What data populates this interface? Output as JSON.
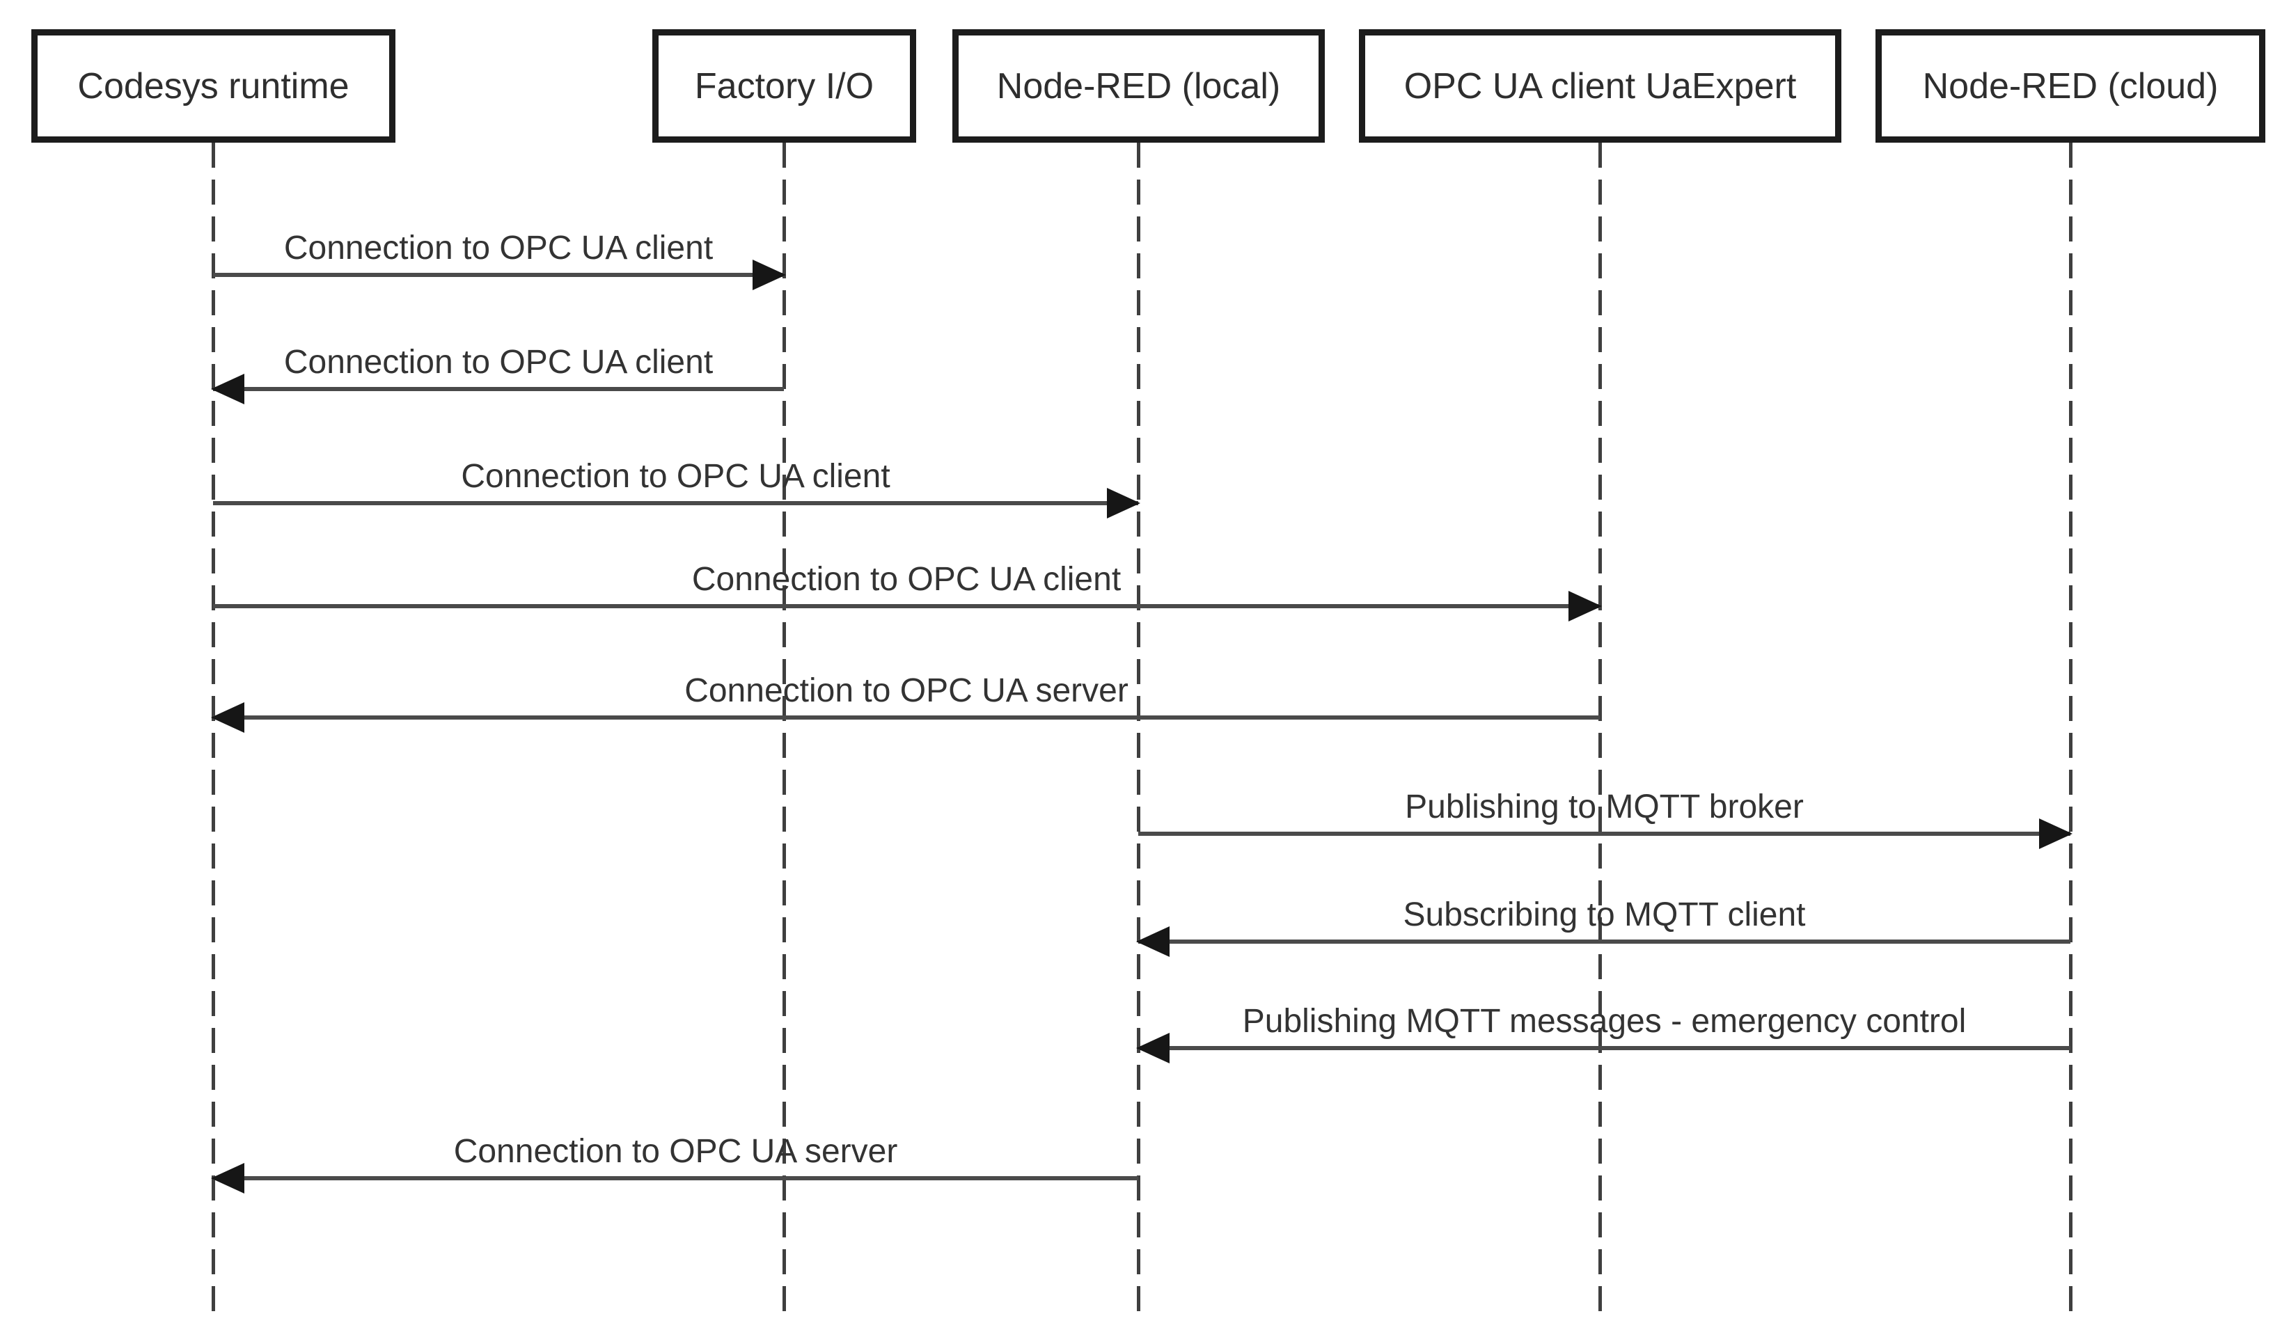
{
  "diagram": {
    "type": "sequence-diagram",
    "background_color": "#ffffff",
    "box_border_color": "#1c1c1c",
    "line_color": "#4a4a4a",
    "text_color": "#333333",
    "actors": [
      {
        "name": "Codesys runtime"
      },
      {
        "name": "Factory I/O"
      },
      {
        "name": "Node-RED (local)"
      },
      {
        "name": "OPC UA client UaExpert"
      },
      {
        "name": "Node-RED (cloud)"
      }
    ],
    "messages": [
      {
        "label": "Connection to OPC UA client",
        "from": "Codesys runtime",
        "to": "Factory I/O",
        "direction": "right"
      },
      {
        "label": "Connection to OPC UA client",
        "from": "Factory I/O",
        "to": "Codesys runtime",
        "direction": "left"
      },
      {
        "label": "Connection to OPC UA client",
        "from": "Codesys runtime",
        "to": "Node-RED (local)",
        "direction": "right"
      },
      {
        "label": "Connection to OPC UA client",
        "from": "Codesys runtime",
        "to": "OPC UA client UaExpert",
        "direction": "right"
      },
      {
        "label": "Connection to OPC UA server",
        "from": "OPC UA client UaExpert",
        "to": "Codesys runtime",
        "direction": "left"
      },
      {
        "label": "Publishing to MQTT broker",
        "from": "Node-RED (local)",
        "to": "Node-RED (cloud)",
        "direction": "right"
      },
      {
        "label": "Subscribing to MQTT client",
        "from": "Node-RED (cloud)",
        "to": "Node-RED (local)",
        "direction": "left"
      },
      {
        "label": "Publishing MQTT messages - emergency control",
        "from": "Node-RED (cloud)",
        "to": "Node-RED (local)",
        "direction": "left"
      },
      {
        "label": "Connection to OPC UA server",
        "from": "Node-RED (local)",
        "to": "Codesys runtime",
        "direction": "left"
      }
    ]
  }
}
